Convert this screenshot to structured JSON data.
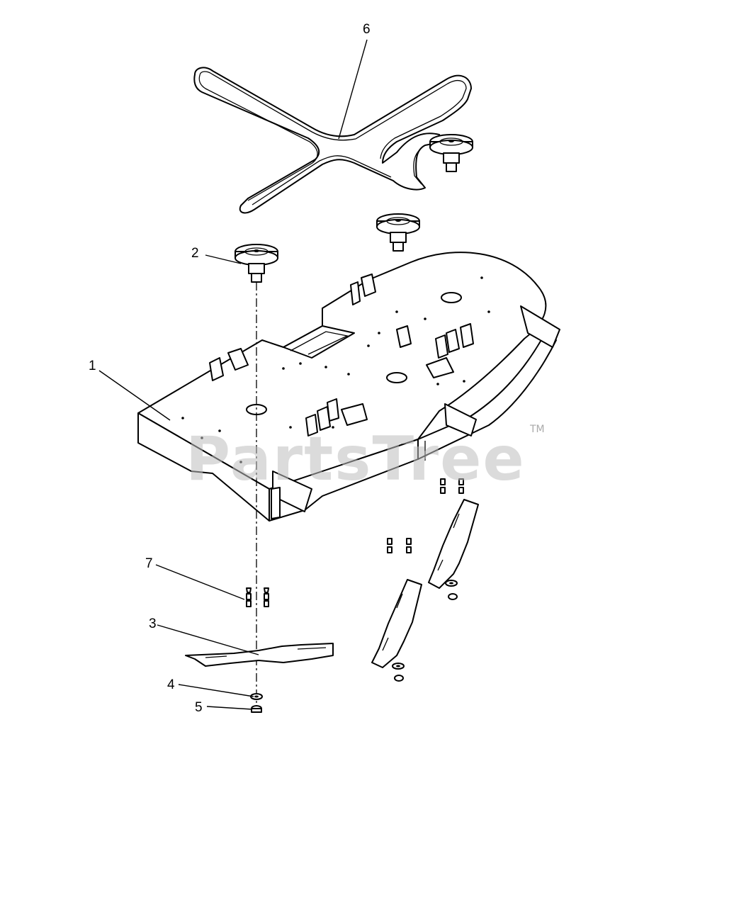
{
  "callouts": [
    {
      "id": "1",
      "label": "1"
    },
    {
      "id": "2",
      "label": "2"
    },
    {
      "id": "3",
      "label": "3"
    },
    {
      "id": "4",
      "label": "4"
    },
    {
      "id": "5",
      "label": "5"
    },
    {
      "id": "6",
      "label": "6"
    },
    {
      "id": "7",
      "label": "7"
    }
  ],
  "watermark": {
    "text": "PartsTree",
    "trademark": "TM"
  }
}
